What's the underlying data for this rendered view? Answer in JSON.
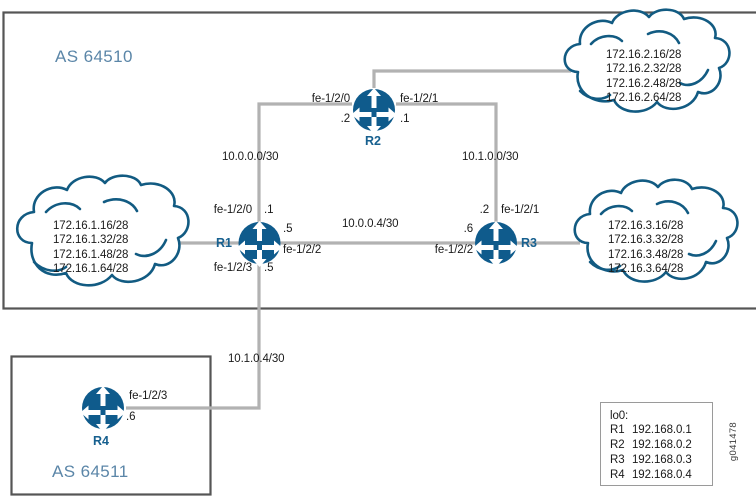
{
  "figure": {
    "id": "g041478",
    "type": "network-topology-diagram"
  },
  "colors": {
    "router_fill": "#0f5b8c",
    "cloud_stroke": "#125b82",
    "link": "#b2b2b2",
    "as_box": "#555555",
    "as_label": "#5b86a8",
    "router_label": "#17608f",
    "text": "#1a1a1a"
  },
  "as_domains": [
    {
      "name": "as-64510",
      "label": "AS 64510"
    },
    {
      "name": "as-64511",
      "label": "AS 64511"
    }
  ],
  "routers": [
    {
      "id": "R1",
      "label": "R1"
    },
    {
      "id": "R2",
      "label": "R2"
    },
    {
      "id": "R3",
      "label": "R3"
    },
    {
      "id": "R4",
      "label": "R4"
    }
  ],
  "clouds": [
    {
      "name": "cloud-left",
      "prefixes": [
        "172.16.1.16/28",
        "172.16.1.32/28",
        "172.16.1.48/28",
        "172.16.1.64/28"
      ]
    },
    {
      "name": "cloud-top-right",
      "prefixes": [
        "172.16.2.16/28",
        "172.16.2.32/28",
        "172.16.2.48/28",
        "172.16.2.64/28"
      ]
    },
    {
      "name": "cloud-right",
      "prefixes": [
        "172.16.3.16/28",
        "172.16.3.32/28",
        "172.16.3.48/28",
        "172.16.3.64/28"
      ]
    }
  ],
  "subnets": [
    {
      "name": "subnet-r1-r2",
      "label": "10.0.0.0/30"
    },
    {
      "name": "subnet-r2-r3",
      "label": "10.1.0.0/30"
    },
    {
      "name": "subnet-r1-r3",
      "label": "10.0.0.4/30"
    },
    {
      "name": "subnet-r1-r4",
      "label": "10.1.0.4/30"
    }
  ],
  "interfaces": {
    "r1_top_name": "fe-1/2/0",
    "r1_top_addr": ".1",
    "r1_right_addr": ".5",
    "r1_right_name": "fe-1/2/2",
    "r1_bottom_name": "fe-1/2/3",
    "r1_bottom_addr": ".5",
    "r2_left_name": "fe-1/2/0",
    "r2_left_addr": ".2",
    "r2_right_name": "fe-1/2/1",
    "r2_right_addr": ".1",
    "r3_top_addr": ".2",
    "r3_top_name": "fe-1/2/1",
    "r3_left_addr": ".6",
    "r3_left_name": "fe-1/2/2",
    "r4_right_name": "fe-1/2/3",
    "r4_right_addr": ".6"
  },
  "legend": {
    "title": "lo0:",
    "rows": [
      {
        "router": "R1",
        "address": "192.168.0.1"
      },
      {
        "router": "R2",
        "address": "192.168.0.2"
      },
      {
        "router": "R3",
        "address": "192.168.0.3"
      },
      {
        "router": "R4",
        "address": "192.168.0.4"
      }
    ]
  }
}
